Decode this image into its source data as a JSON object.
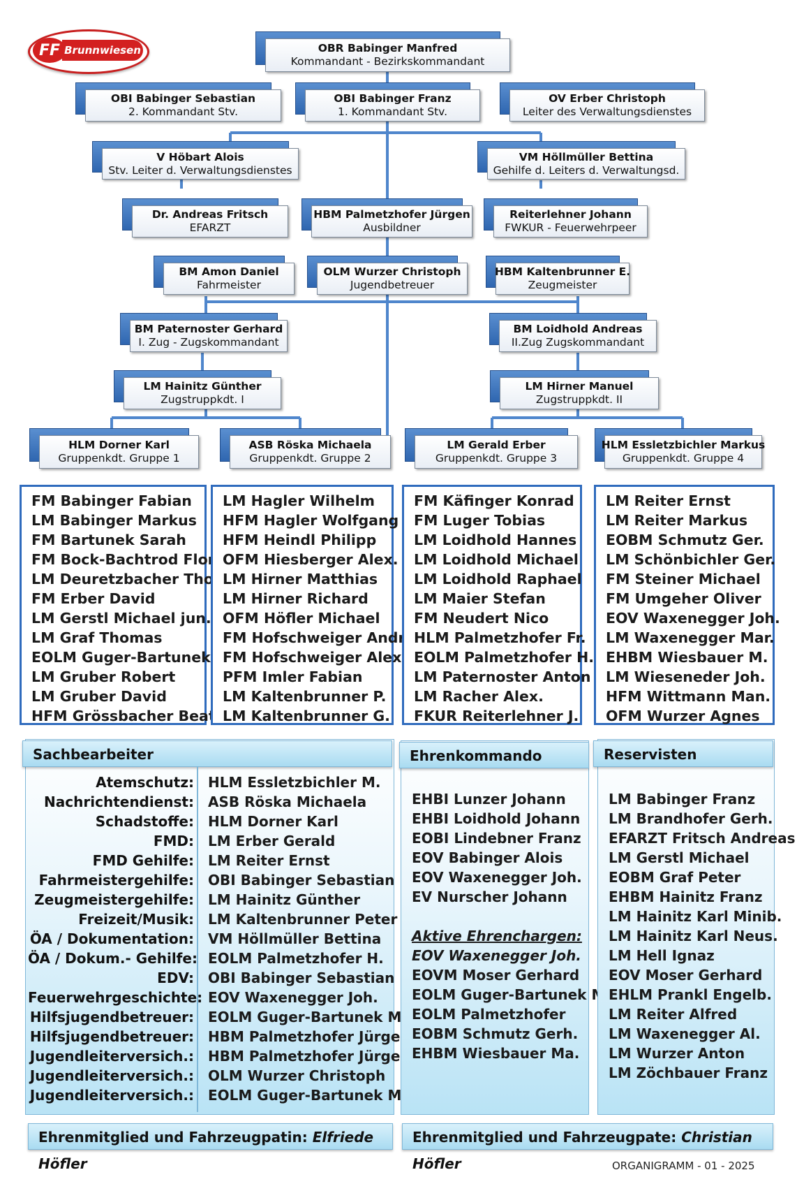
{
  "logo": {
    "abbr": "FF",
    "town": "Brunnwiesen"
  },
  "top": {
    "commander": {
      "name": "OBR Babinger Manfred",
      "role": "Kommandant - Bezirkskommandant"
    },
    "deputy2": {
      "name": "OBI Babinger Sebastian",
      "role": "2. Kommandant Stv."
    },
    "deputy1": {
      "name": "OBI Babinger Franz",
      "role": "1. Kommandant Stv."
    },
    "admin": {
      "name": "OV Erber Christoph",
      "role": "Leiter des Verwaltungsdienstes"
    },
    "admin_deputy": {
      "name": "V Höbart Alois",
      "role": "Stv. Leiter d. Verwaltungsdienstes"
    },
    "admin_helper": {
      "name": "VM Höllmüller Bettina",
      "role": "Gehilfe d. Leiters d. Verwaltungsd."
    },
    "doctor": {
      "name": "Dr. Andreas Fritsch",
      "role": "EFARZT"
    },
    "trainer": {
      "name": "HBM Palmetzhofer Jürgen",
      "role": "Ausbildner"
    },
    "peer": {
      "name": "Reiterlehner Johann",
      "role": "FWKUR - Feuerwehrpeer"
    },
    "driver": {
      "name": "BM Amon Daniel",
      "role": "Fahrmeister"
    },
    "youth": {
      "name": "OLM Wurzer Christoph",
      "role": "Jugendbetreuer"
    },
    "equipment": {
      "name": "HBM Kaltenbrunner E.",
      "role": "Zeugmeister"
    },
    "zug1": {
      "name": "BM Paternoster Gerhard",
      "role": "I. Zug - Zugskommandant"
    },
    "zug2": {
      "name": "BM Loidhold Andreas",
      "role": "II.Zug Zugskommandant"
    },
    "trupp1": {
      "name": "LM Hainitz Günther",
      "role": "Zugstruppkdt. I"
    },
    "trupp2": {
      "name": "LM Hirner Manuel",
      "role": "Zugstruppkdt. II"
    }
  },
  "groups": [
    {
      "leader": "HLM Dorner Karl",
      "role": "Gruppenkdt. Gruppe 1",
      "members": [
        "FM Babinger Fabian",
        "LM Babinger Markus",
        "FM Bartunek Sarah",
        "FM Bock-Bachtrod Flor.",
        "LM Deuretzbacher Tho.",
        "FM Erber David",
        "LM Gerstl Michael jun.",
        "LM Graf Thomas",
        "EOLM Guger-Bartunek M.",
        "LM Gruber Robert",
        "LM Gruber David",
        "HFM Grössbacher Beate"
      ]
    },
    {
      "leader": "ASB Röska Michaela",
      "role": "Gruppenkdt. Gruppe 2",
      "members": [
        "LM Hagler Wilhelm",
        "HFM Hagler Wolfgang",
        "HFM Heindl Philipp",
        "OFM Hiesberger Alex.",
        "LM Hirner Matthias",
        "LM Hirner Richard",
        "OFM Höfler Michael",
        "FM Hofschweiger Andr.",
        "FM Hofschweiger Alex.",
        "PFM Imler Fabian",
        "LM Kaltenbrunner P.",
        "LM Kaltenbrunner G."
      ]
    },
    {
      "leader": "LM Gerald Erber",
      "role": "Gruppenkdt. Gruppe 3",
      "members": [
        "FM Käfinger Konrad",
        "FM Luger Tobias",
        "LM Loidhold Hannes",
        "LM Loidhold Michael",
        "LM Loidhold Raphael",
        "LM Maier Stefan",
        "FM Neudert Nico",
        "HLM Palmetzhofer Fr.",
        "EOLM Palmetzhofer H.",
        "LM Paternoster Anton",
        "LM Racher Alex.",
        "FKUR Reiterlehner J."
      ]
    },
    {
      "leader": "HLM Essletzbichler Markus",
      "role": "Gruppenkdt. Gruppe 4",
      "members": [
        "LM Reiter Ernst",
        "LM Reiter Markus",
        "EOBM Schmutz Ger.",
        "LM Schönbichler Ger.",
        "FM Steiner Michael",
        "FM Umgeher Oliver",
        "EOV Waxenegger Joh.",
        "LM Waxenegger Mar.",
        "EHBM Wiesbauer M.",
        "LM Wieseneder Joh.",
        "HFM Wittmann Man.",
        "OFM Wurzer Agnes"
      ]
    }
  ],
  "sachbearbeiter": {
    "title": "Sachbearbeiter",
    "roles": [
      "Atemschutz:",
      "Nachrichtendienst:",
      "Schadstoffe:",
      "FMD:",
      "FMD  Gehilfe:",
      "Fahrmeistergehilfe:",
      "Zeugmeistergehilfe:",
      "Freizeit/Musik:",
      "ÖA / Dokumentation:",
      "ÖA / Dokum.- Gehilfe:",
      "EDV:",
      "Feuerwehrgeschichte:",
      "Hilfsjugendbetreuer:",
      "Hilfsjugendbetreuer:",
      "Jugendleiterversich.:",
      "Jugendleiterversich.:",
      "Jugendleiterversich.:"
    ],
    "names": [
      "HLM Essletzbichler M.",
      "ASB Röska Michaela",
      "HLM Dorner Karl",
      "LM Erber Gerald",
      "LM Reiter Ernst",
      "OBI Babinger Sebastian",
      "LM Hainitz Günther",
      "LM Kaltenbrunner Peter",
      "VM Höllmüller Bettina",
      "EOLM Palmetzhofer H.",
      "OBI Babinger Sebastian",
      "EOV Waxenegger Joh.",
      "EOLM Guger-Bartunek M.",
      "HBM Palmetzhofer Jürgen",
      "HBM Palmetzhofer Jürgen",
      "OLM Wurzer Christoph",
      "EOLM Guger-Bartunek M."
    ]
  },
  "ehrenkommando": {
    "title": "Ehrenkommando",
    "members": [
      "EHBI Lunzer Johann",
      "EHBI Loidhold Johann",
      "EOBI Lindebner Franz",
      "EOV Babinger Alois",
      "EOV Waxenegger Joh.",
      "EV Nurscher Johann"
    ],
    "active_heading": "Aktive Ehrenchargen:",
    "active": [
      "EOV Waxenegger Joh.",
      "EOVM Moser Gerhard",
      "EOLM Guger-Bartunek M.",
      "EOLM Palmetzhofer",
      "EOBM Schmutz Gerh.",
      "EHBM Wiesbauer Ma."
    ]
  },
  "reservisten": {
    "title": "Reservisten",
    "members": [
      "LM Babinger Franz",
      "LM Brandhofer Gerh.",
      "EFARZT Fritsch Andreas",
      "LM Gerstl Michael",
      "EOBM Graf Peter",
      "EHBM Hainitz Franz",
      "LM Hainitz Karl Minib.",
      "LM Hainitz Karl Neus.",
      "LM Hell Ignaz",
      "EOV Moser Gerhard",
      "EHLM Prankl Engelb.",
      "LM Reiter Alfred",
      "LM Waxenegger Al.",
      "LM Wurzer Anton",
      "LM Zöchbauer Franz"
    ]
  },
  "footer": {
    "left_label": "Ehrenmitglied und Fahrzeugpatin:",
    "left_name": "Elfriede Höfler",
    "right_label": "Ehrenmitglied und Fahrzeugpate:",
    "right_name": "Christian Höfler",
    "stamp": "ORGANIGRAMM - 01 - 2025"
  },
  "colors": {
    "box_accent": "#2f66b0",
    "connector": "#4f86cc",
    "panel_tint": "#b9e3f5",
    "logo_red": "#d32020"
  }
}
